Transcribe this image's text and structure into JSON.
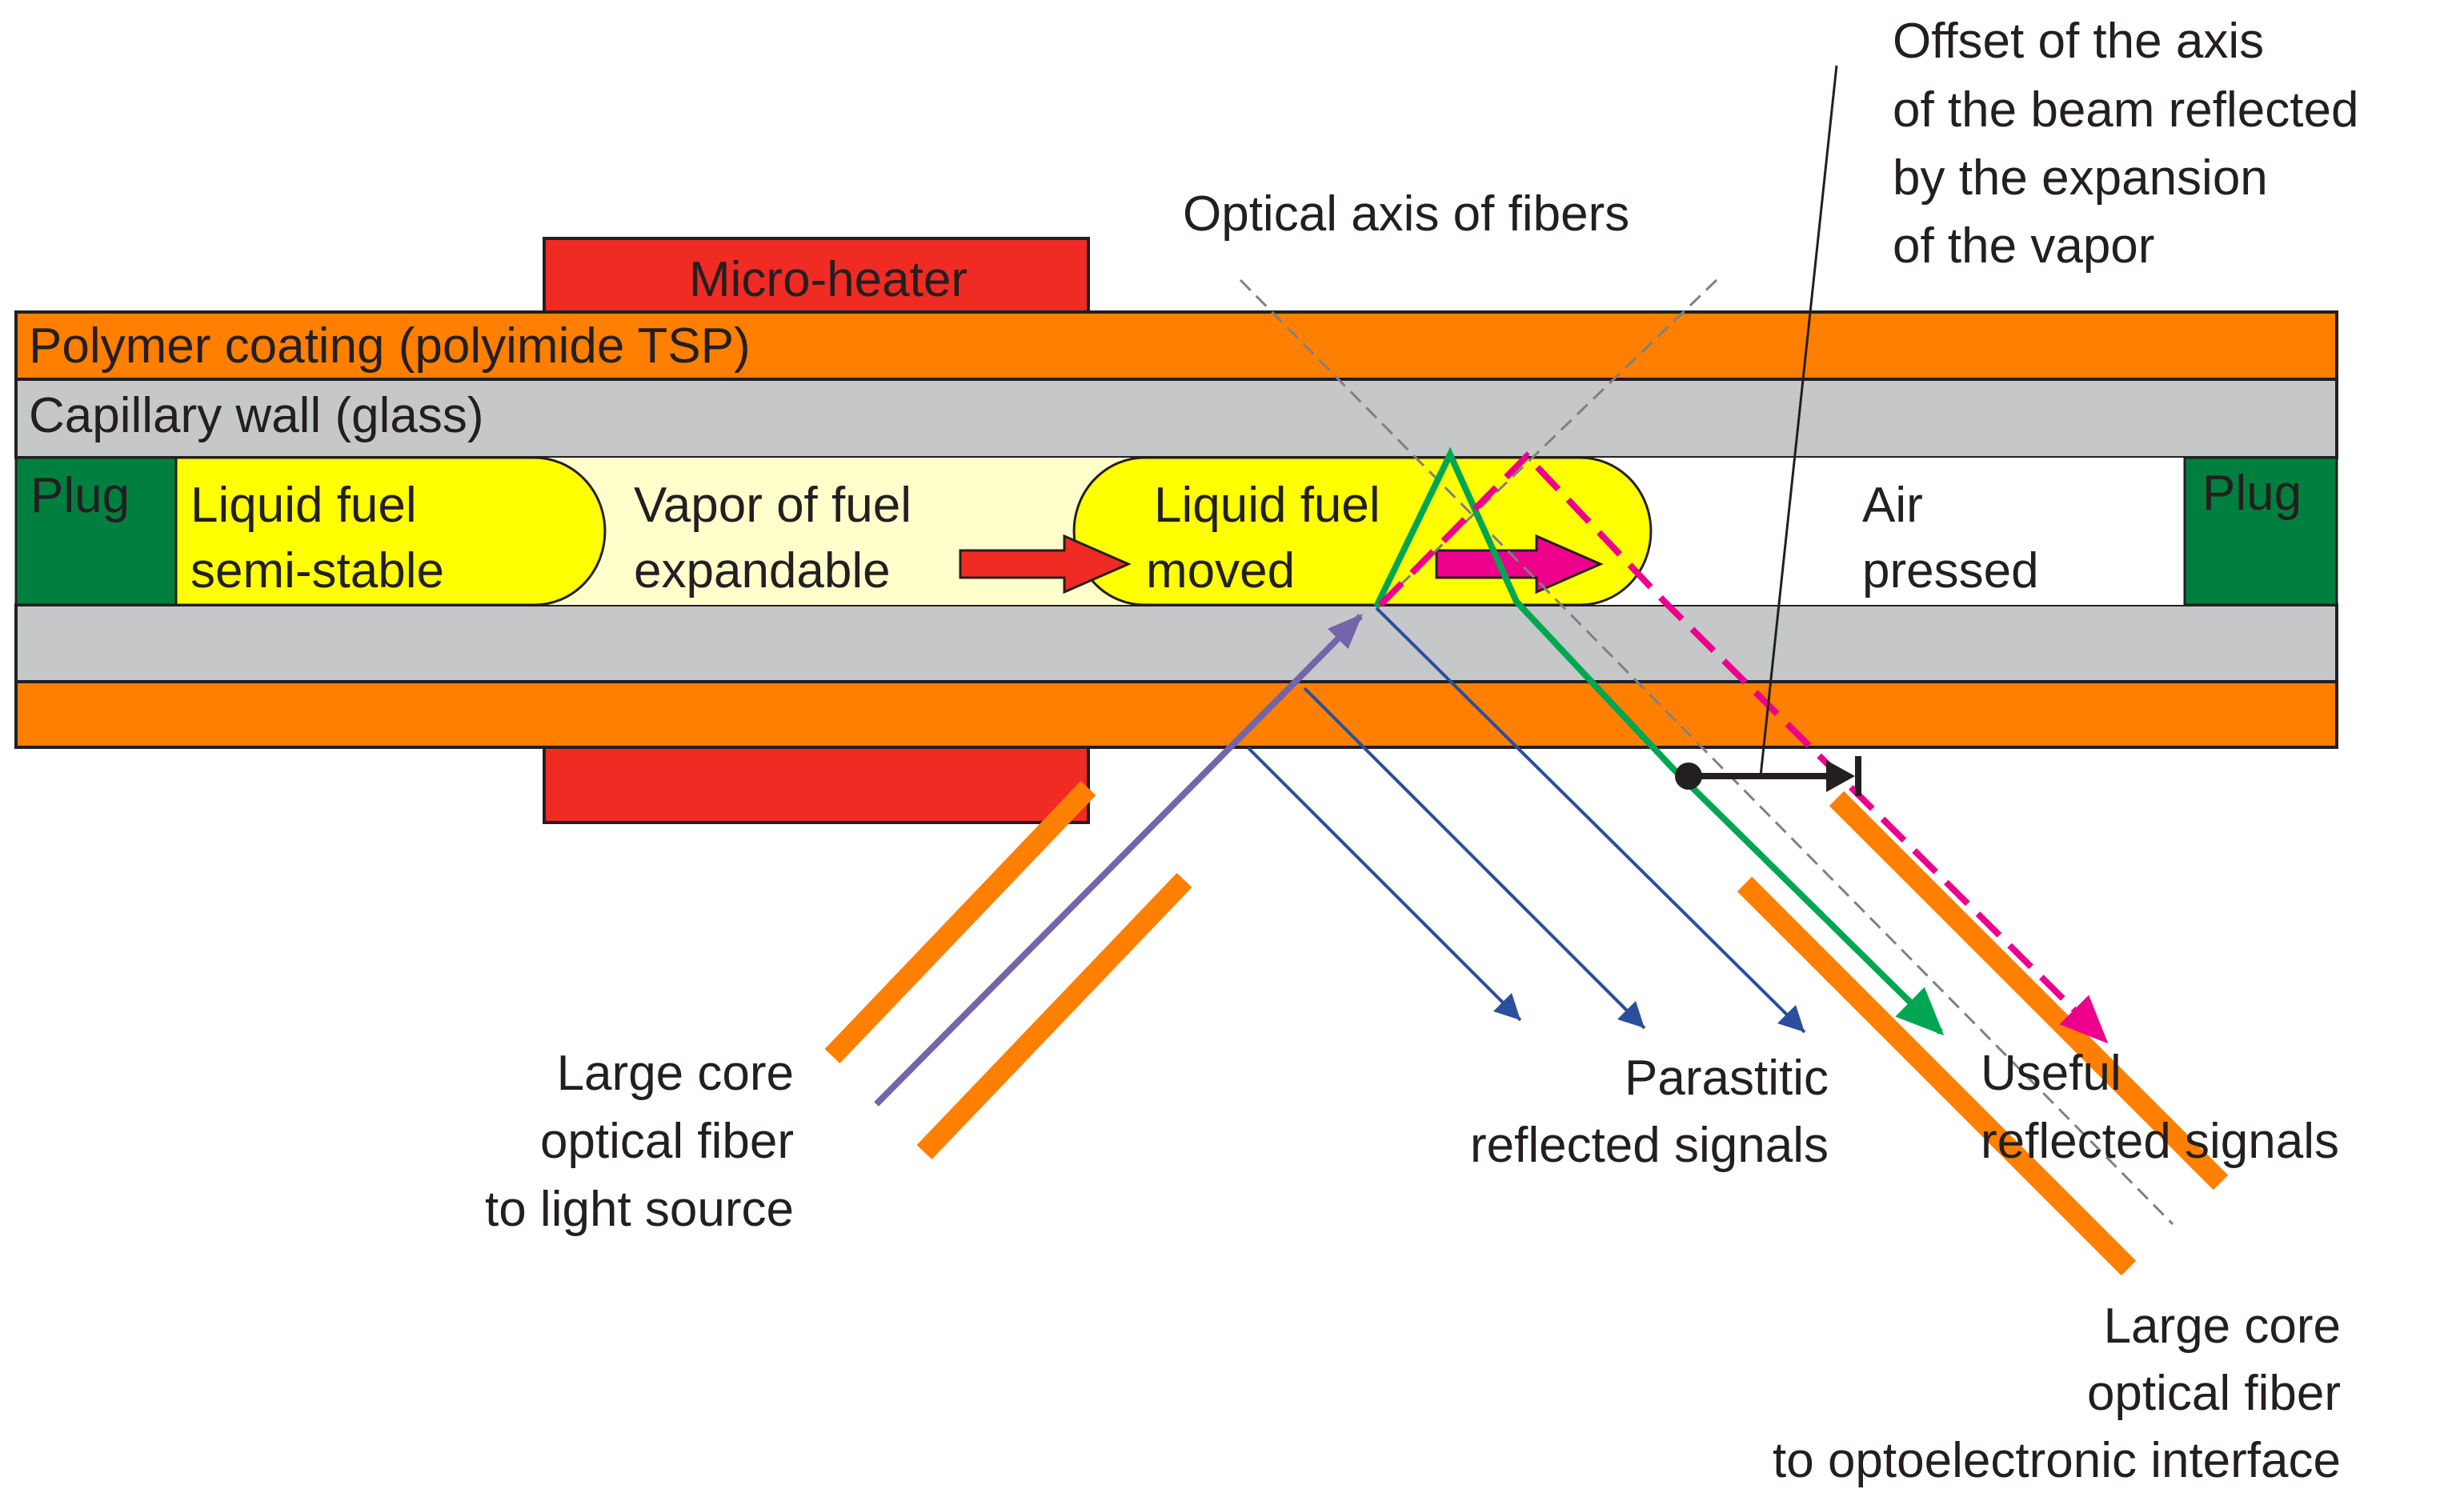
{
  "labels": {
    "micro_heater": "Micro-heater",
    "polymer_coating": "Polymer coating (polyimide TSP)",
    "capillary_wall": "Capillary wall (glass)",
    "plug_left": "Plug",
    "plug_right": "Plug",
    "liquid_fuel_semistable": [
      "Liquid fuel",
      "semi-stable"
    ],
    "vapor_of_fuel": [
      "Vapor of fuel",
      "expandable"
    ],
    "liquid_fuel_moved": [
      "Liquid fuel",
      "moved"
    ],
    "air_pressed": [
      "Air",
      "pressed"
    ],
    "optical_axis": "Optical axis of fibers",
    "offset_note": [
      "Offset of the axis",
      "of the beam reflected",
      "by the expansion",
      "of the vapor"
    ],
    "source_fiber": [
      "Large core",
      "optical fiber",
      "to light source"
    ],
    "parasitic_signals": [
      "Parastitic",
      "reflected signals"
    ],
    "useful_signals": [
      "Useful",
      "reflected signals"
    ],
    "interface_fiber": [
      "Large core",
      "optical fiber",
      "to optoelectronic interface"
    ]
  },
  "colors": {
    "coating": "#ff7f00",
    "heater": "#ef2b24",
    "glass": "#c6c7c9",
    "plug": "#007f3f",
    "liquid_fuel": "#ffff00",
    "vapor": "#ffffcc",
    "incident_beam": "#7464a8",
    "parasitic_beam": "#2a4f9c",
    "useful_beam": "#00a651",
    "shifted_beam": "#ec008c",
    "axis_line": "#808080",
    "text": "#231f20"
  }
}
